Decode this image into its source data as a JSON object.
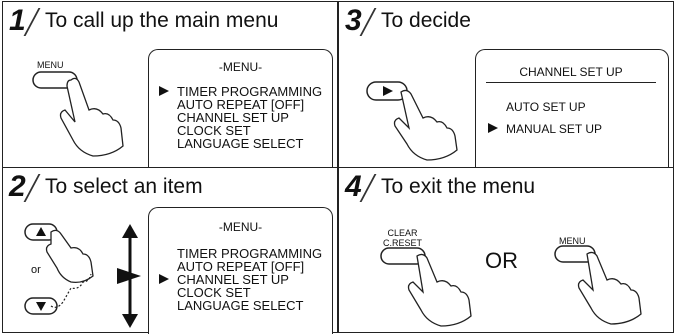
{
  "steps": [
    {
      "number": "1",
      "title": "To call up the main menu"
    },
    {
      "number": "3",
      "title": "To decide"
    },
    {
      "number": "2",
      "title": "To select an item"
    },
    {
      "number": "4",
      "title": "To exit the menu"
    }
  ],
  "main_menu": {
    "title": "-MENU-",
    "items": [
      "TIMER PROGRAMMING",
      "AUTO REPEAT  [OFF]",
      "CHANNEL SET UP",
      "CLOCK SET",
      "LANGUAGE SELECT"
    ]
  },
  "channel_menu": {
    "title": "CHANNEL SET UP",
    "items": [
      "AUTO SET UP",
      "MANUAL SET UP"
    ]
  },
  "labels": {
    "menu_button": "MENU",
    "clear_button_line1": "CLEAR",
    "clear_button_line2": "C.RESET",
    "or_small": "or",
    "or_large": "OR"
  },
  "icons": {
    "play_button": "play-triangle-icon",
    "up_button": "up-triangle-icon",
    "down_button": "down-triangle-icon",
    "hand": "pointing-hand-icon",
    "updown_arrow": "up-down-arrow-icon",
    "menu_pointer": "right-pointer-icon"
  }
}
